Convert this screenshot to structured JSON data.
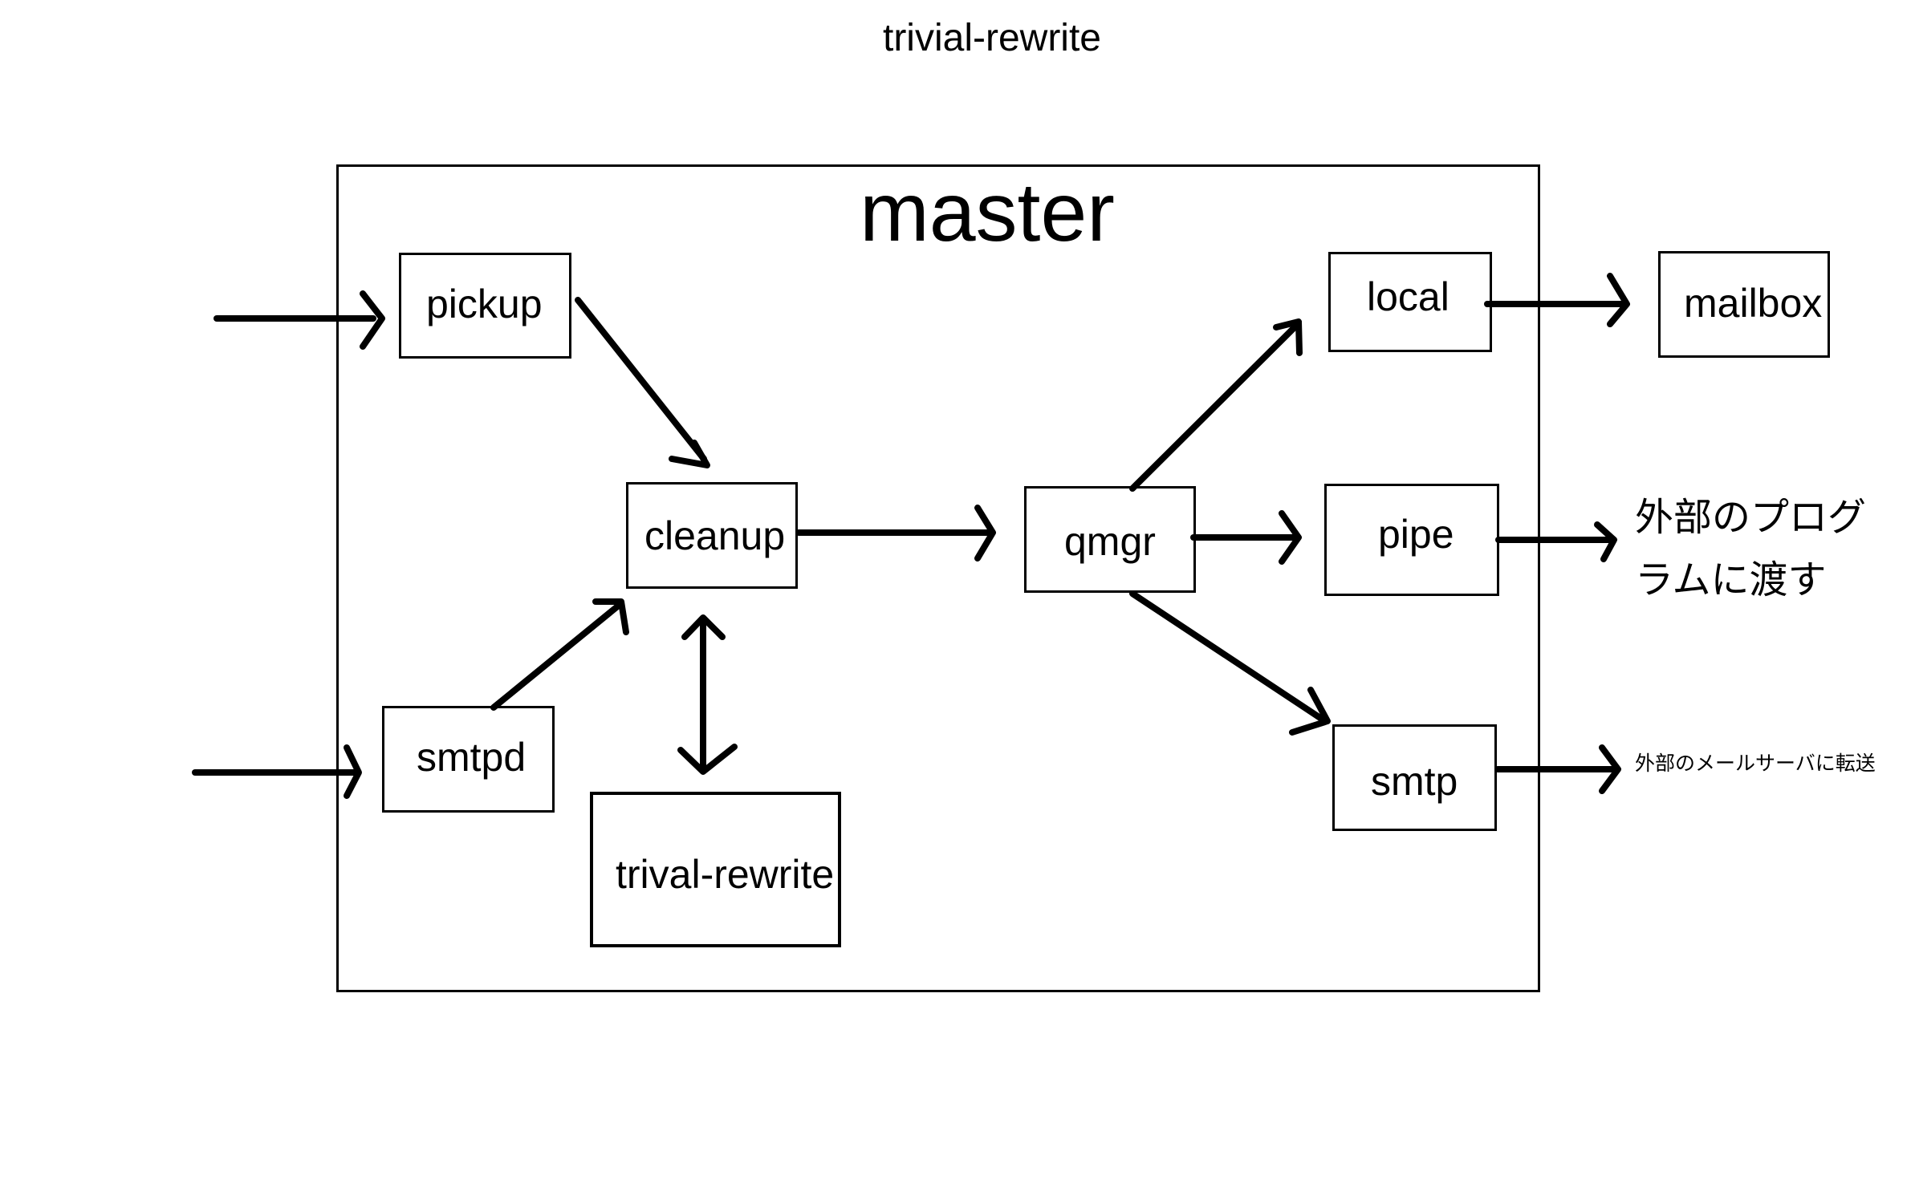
{
  "diagram": {
    "title": "trivial-rewrite",
    "container_label": "master",
    "nodes": {
      "pickup": "pickup",
      "cleanup": "cleanup",
      "smtpd": "smtpd",
      "trivial_rewrite": "trival-rewrite",
      "qmgr": "qmgr",
      "local": "local",
      "pipe": "pipe",
      "smtp": "smtp",
      "mailbox": "mailbox"
    },
    "notes": {
      "pipe_note_line1": "外部のプログ",
      "pipe_note_line2": "ラムに渡す",
      "smtp_note": "外部のメールサーバに転送"
    },
    "edges": [
      {
        "from": "external",
        "to": "pickup"
      },
      {
        "from": "external",
        "to": "smtpd"
      },
      {
        "from": "pickup",
        "to": "cleanup"
      },
      {
        "from": "smtpd",
        "to": "cleanup"
      },
      {
        "from": "cleanup",
        "to": "trivial_rewrite",
        "bidirectional": true
      },
      {
        "from": "cleanup",
        "to": "qmgr"
      },
      {
        "from": "qmgr",
        "to": "local"
      },
      {
        "from": "qmgr",
        "to": "pipe"
      },
      {
        "from": "qmgr",
        "to": "smtp"
      },
      {
        "from": "local",
        "to": "mailbox"
      },
      {
        "from": "pipe",
        "to": "pipe_note"
      },
      {
        "from": "smtp",
        "to": "smtp_note"
      }
    ]
  }
}
